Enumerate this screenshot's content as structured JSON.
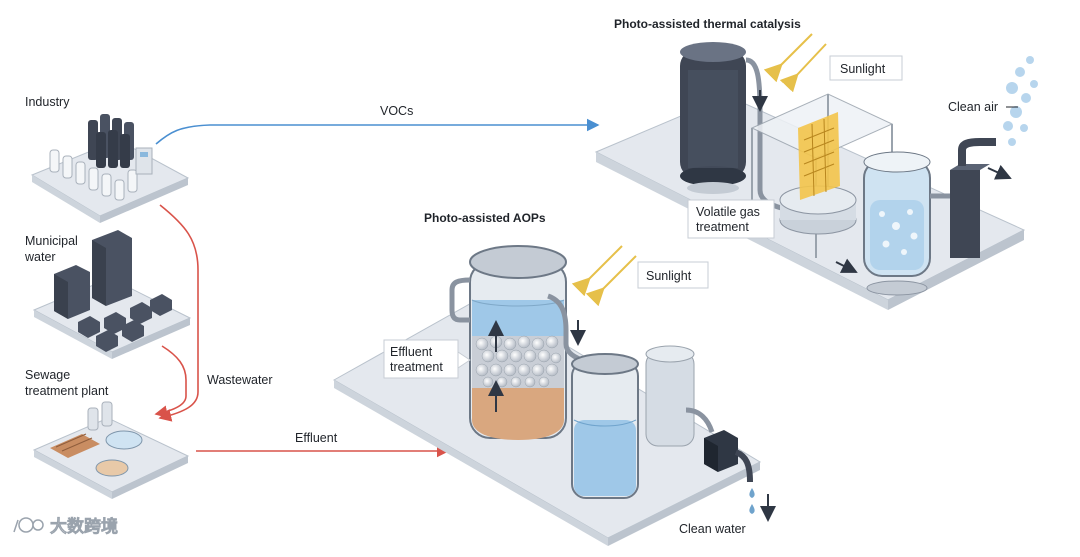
{
  "labels": {
    "industry": "Industry",
    "municipal_line1": "Municipal",
    "municipal_line2": "water",
    "sewage_line1": "Sewage",
    "sewage_line2": "treatment plant",
    "vocs": "VOCs",
    "wastewater": "Wastewater",
    "effluent": "Effluent",
    "photo_thermal_title": "Photo-assisted thermal catalysis",
    "photo_aops_title": "Photo-assisted AOPs",
    "sunlight_top": "Sunlight",
    "sunlight_mid": "Sunlight",
    "clean_air": "Clean air",
    "volatile_line1": "Volatile gas",
    "volatile_line2": "treatment",
    "effluent_tr_line1": "Effluent",
    "effluent_tr_line2": "treatment",
    "clean_water": "Clean water"
  },
  "watermark": "大数跨境",
  "colors": {
    "voc_arrow": "#4a8fd1",
    "water_arrow": "#d9534a",
    "sun_arrow": "#e6c04a",
    "platform": "#e4e8ee",
    "platform_edge": "#b9c2cc",
    "tank_dark": "#3f4654",
    "water_blue": "#9fc8e8",
    "sediment": "#d9a77f"
  }
}
